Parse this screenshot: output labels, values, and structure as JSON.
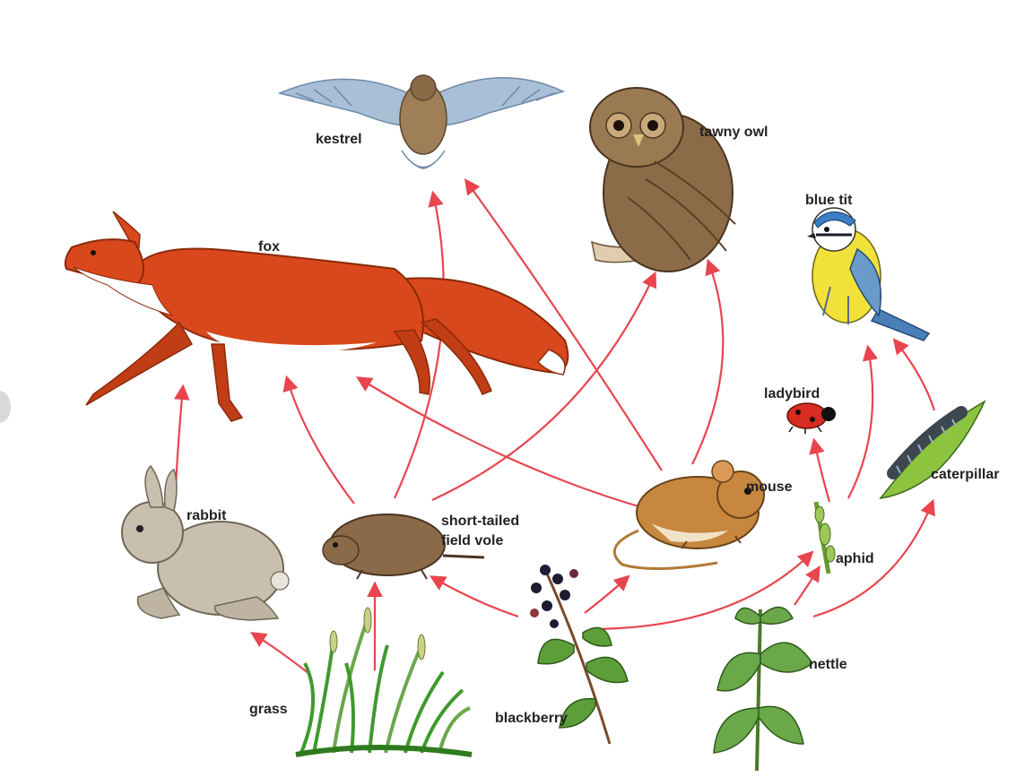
{
  "organisms": {
    "kestrel": "kestrel",
    "tawny_owl": "tawny owl",
    "blue_tit": "blue tit",
    "fox": "fox",
    "ladybird": "ladybird",
    "mouse": "mouse",
    "caterpillar": "caterpillar",
    "rabbit": "rabbit",
    "vole_line1": "short-tailed",
    "vole_line2": "field vole",
    "aphid": "aphid",
    "nettle": "nettle",
    "grass": "grass",
    "blackberry": "blackberry"
  },
  "links": [
    {
      "from": "grass",
      "to": "rabbit"
    },
    {
      "from": "grass",
      "to": "short-tailed field vole"
    },
    {
      "from": "blackberry",
      "to": "short-tailed field vole"
    },
    {
      "from": "blackberry",
      "to": "mouse"
    },
    {
      "from": "blackberry",
      "to": "aphid"
    },
    {
      "from": "nettle",
      "to": "aphid"
    },
    {
      "from": "nettle",
      "to": "caterpillar"
    },
    {
      "from": "rabbit",
      "to": "fox"
    },
    {
      "from": "short-tailed field vole",
      "to": "fox"
    },
    {
      "from": "short-tailed field vole",
      "to": "kestrel"
    },
    {
      "from": "short-tailed field vole",
      "to": "tawny owl"
    },
    {
      "from": "mouse",
      "to": "fox"
    },
    {
      "from": "mouse",
      "to": "kestrel"
    },
    {
      "from": "mouse",
      "to": "tawny owl"
    },
    {
      "from": "aphid",
      "to": "ladybird"
    },
    {
      "from": "aphid",
      "to": "blue tit"
    },
    {
      "from": "caterpillar",
      "to": "blue tit"
    }
  ],
  "colors": {
    "arrow": "#e8454f",
    "fox": "#d9481c",
    "fox_shadow": "#a8320f",
    "rabbit": "#c9bfae",
    "vole": "#8b6a4a",
    "mouse": "#c7873f",
    "owl": "#8c6c48",
    "kestrel": "#a9bfd6",
    "blue_tit_body": "#f1e23a",
    "blue_tit_head": "#3b7fc4",
    "ladybird": "#d82b22",
    "caterpillar": "#3c4750",
    "leaf": "#5d9e3a",
    "grass": "#3f9a2e",
    "berry": "#1f1b33"
  }
}
